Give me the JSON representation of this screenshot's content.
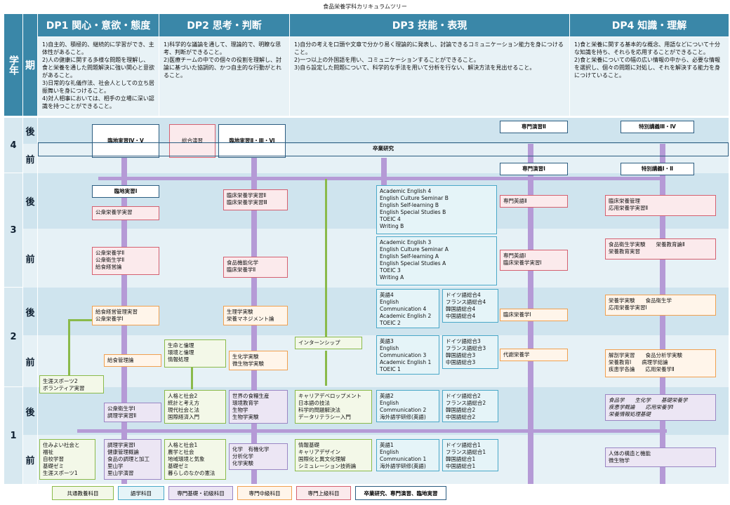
{
  "title": "食品栄養学科カリキュラムツリー",
  "header": {
    "year_label": "学年",
    "term_label": "期",
    "dps": [
      {
        "title": "DP1 関心・意欲・態度",
        "lines": [
          "1)自主的、積極的、継続的に学習ができ、主体性があること。",
          "2)人の健康に関する多様な問題を理解し、食と栄養を通した問題解決に強い関心と意欲があること。",
          "3)日常的な礼儀作法、社会人としての立ち居振舞いを身につけること。",
          "4)対人相事においては、相手の立場に深い認識を持つことができること。"
        ]
      },
      {
        "title": "DP2 思考・判断",
        "lines": [
          "1)科学的な議論を通して、理論的で、明瞭な思考、判断ができること。",
          "2)医療チームの中での個々の役割を理解し、討論に基づいた協調的、かつ自主的な行動がとれること。"
        ]
      },
      {
        "title": "DP3 技能・表現",
        "lines": [
          "1)自分の考えを口頭や文章で分かり易く理論的に発表し、討論できるコミュニケーション能力を身につけること。",
          "2)一つ以上の外国語を用い、コミュニケーションすることができること。",
          "3)自ら設定した問題について、科学的な手法を用いて分析を行ない、解決方法を見出せること。"
        ]
      },
      {
        "title": "DP4 知識・理解",
        "lines": [
          "1)食と栄養に関する基本的な概念、用語などについて十分な知識を持ち、それらを応用することができること。",
          "2)食と栄養についての幅の広い情報の中から、必要な情報を選択し、個々の問題に対処し、それを解決する能力を身につけていること。"
        ]
      }
    ]
  },
  "years": [
    "4",
    "3",
    "2",
    "1"
  ],
  "terms": [
    "後",
    "前",
    "後",
    "前",
    "後",
    "前",
    "後",
    "前"
  ],
  "boxes": {
    "rinchi45": [
      "臨地実習Ⅳ・Ⅴ"
    ],
    "sogo": [
      "総合演習"
    ],
    "rinchi236": [
      "臨地実習Ⅱ・Ⅲ・Ⅵ"
    ],
    "sotsugyo": [
      "卒業研究"
    ],
    "senmon_enshu2": [
      "専門演習Ⅱ"
    ],
    "senmon_enshu1": [
      "専門演習Ⅰ"
    ],
    "tokubetsu34": [
      "特別講義Ⅲ・Ⅳ"
    ],
    "tokubetsu12": [
      "特別講義Ⅰ・Ⅱ"
    ],
    "rinchi1": [
      "臨地実習Ⅰ"
    ],
    "kohatsu_jisshu": [
      "公衆栄養学実習"
    ],
    "rinsho_jisshu": [
      "臨床栄養学実習Ⅱ",
      "臨床栄養学実習Ⅲ"
    ],
    "english_adv4": [
      "Academic English 4",
      "English Culture Seminar B",
      "English Self-learning B",
      "English Special Studies B",
      "TOEIC 4",
      "Writing B"
    ],
    "senmon_eigo2": [
      "専門英語Ⅱ"
    ],
    "rinsho_kanri": [
      "臨床栄養管理",
      "応用栄養学実習Ⅱ"
    ],
    "kohatsu2": [
      "公衆栄養学Ⅱ",
      "公衆衛生学Ⅱ",
      "給食経営論"
    ],
    "shokuhin_kino": [
      "食品機能化学",
      "臨床栄養学Ⅱ"
    ],
    "english_adv3": [
      "Academic English 3",
      "English Culture Seminar A",
      "English Self-learning A",
      "English Special Studies A",
      "TOEIC 3",
      "Writing A"
    ],
    "senmon_eigo1": [
      "専門英語Ⅰ",
      "臨床栄養学実習Ⅰ"
    ],
    "shokuhin_eisei": [
      "食品衛生学実験　　栄養教育論Ⅱ",
      "栄養教育実習"
    ],
    "kyushoku_jisshu": [
      "給食経営管理実習",
      "公衆栄養学Ⅰ"
    ],
    "seiri": [
      "生理学実験",
      "栄養マネジメント論"
    ],
    "eigo4": [
      "英語4",
      "English",
      "Communication 4",
      "Academic English 2",
      "TOEIC 2"
    ],
    "doitsu4": [
      "ドイツ語総合4",
      "フランス語総合4",
      "韓国語総合4",
      "中国語総合4"
    ],
    "rinsho1": [
      "臨床栄養学Ⅰ"
    ],
    "eiyo_jikken": [
      "栄養学実験　　食品衛生学",
      "応用栄養学実習Ⅰ"
    ],
    "seimei": [
      "生命と倫理",
      "環境と倫理",
      "情報処理"
    ],
    "intern": [
      "インターンシップ"
    ],
    "kyushoku_kanri": [
      "給食管理論"
    ],
    "seika": [
      "生化学実験",
      "微生物学実験"
    ],
    "eigo3": [
      "英語3",
      "English",
      "Communication 3",
      "Academic English 1",
      "TOEIC 1"
    ],
    "doitsu3": [
      "ドイツ語総合3",
      "フランス語総合3",
      "韓国語総合3",
      "中国語総合3"
    ],
    "taisha": [
      "代謝栄養学"
    ],
    "kaibo": [
      "解剖学実習　　食品分析学実験",
      "栄養教育Ⅰ　　病理学総論",
      "疾患学各論　　応用栄養学Ⅱ"
    ],
    "shogai2": [
      "生涯スポーツ2",
      "ボランティア実習"
    ],
    "ningen2": [
      "人格と社会2",
      "統計と考え方",
      "現代社会と法",
      "国際経済入門"
    ],
    "sekai": [
      "世界の食糧生産",
      "環境教育学",
      "生物学",
      "生物学実験"
    ],
    "career": [
      "キャリアデベロップメント",
      "日本語の技法",
      "科学的問題解決法",
      "データリテラシー入門"
    ],
    "eigo2": [
      "英語2",
      "English",
      "Communication 2",
      "海外語学研修(英語)"
    ],
    "doitsu2": [
      "ドイツ語総合2",
      "フランス語総合2",
      "韓国語総合2",
      "中国語総合2"
    ],
    "kohatsu_eisei1": [
      "公衆衛生学Ⅰ",
      "調理学実習Ⅱ"
    ],
    "shokuhin_gaku": [
      "食品学　　生化学　　基礎栄養学",
      "疾患学概論　　応用栄養学Ⅰ",
      "栄養情報処理基礎"
    ],
    "sumiyoi": [
      "住みよい社会と",
      "福祉",
      "自校学習",
      "基礎ゼミ",
      "生涯スポーツ1"
    ],
    "chori": [
      "調理学実習Ⅰ",
      "健康管理概論",
      "食品の調理と加工",
      "里山学",
      "里山学演習"
    ],
    "ningen1": [
      "人格と社会1",
      "農学と社会",
      "地域環境と気象",
      "基礎ゼミ",
      "暮らしのなかの憲法"
    ],
    "kagaku": [
      "化学　有機化学",
      "分析化学",
      "化学実験"
    ],
    "joho": [
      "情報基礎",
      "キャリアデザイン",
      "国際化と異文化理解",
      "シミュレーション技術論"
    ],
    "eigo1": [
      "英語1",
      "English",
      "Communication 1",
      "海外語学研修(英語)"
    ],
    "doitsu1": [
      "ドイツ語総合1",
      "フランス語総合1",
      "韓国語総合1",
      "中国語総合1"
    ],
    "jintai": [
      "人体の構造と機能",
      "微生物学"
    ]
  },
  "legend": [
    "共通教養科目",
    "語学科目",
    "専門基礎・初級科目",
    "専門中級科目",
    "専門上級科目",
    "卒業研究、専門演習、臨地実習"
  ],
  "colors": {
    "header": "#3a87a8",
    "kyotsu": "#8aba4a",
    "gogaku": "#4aa8c8",
    "kiso": "#9a86c4",
    "chukyu": "#f0a050",
    "jokyu": "#d46070",
    "kenkyu": "#2b5c80"
  }
}
